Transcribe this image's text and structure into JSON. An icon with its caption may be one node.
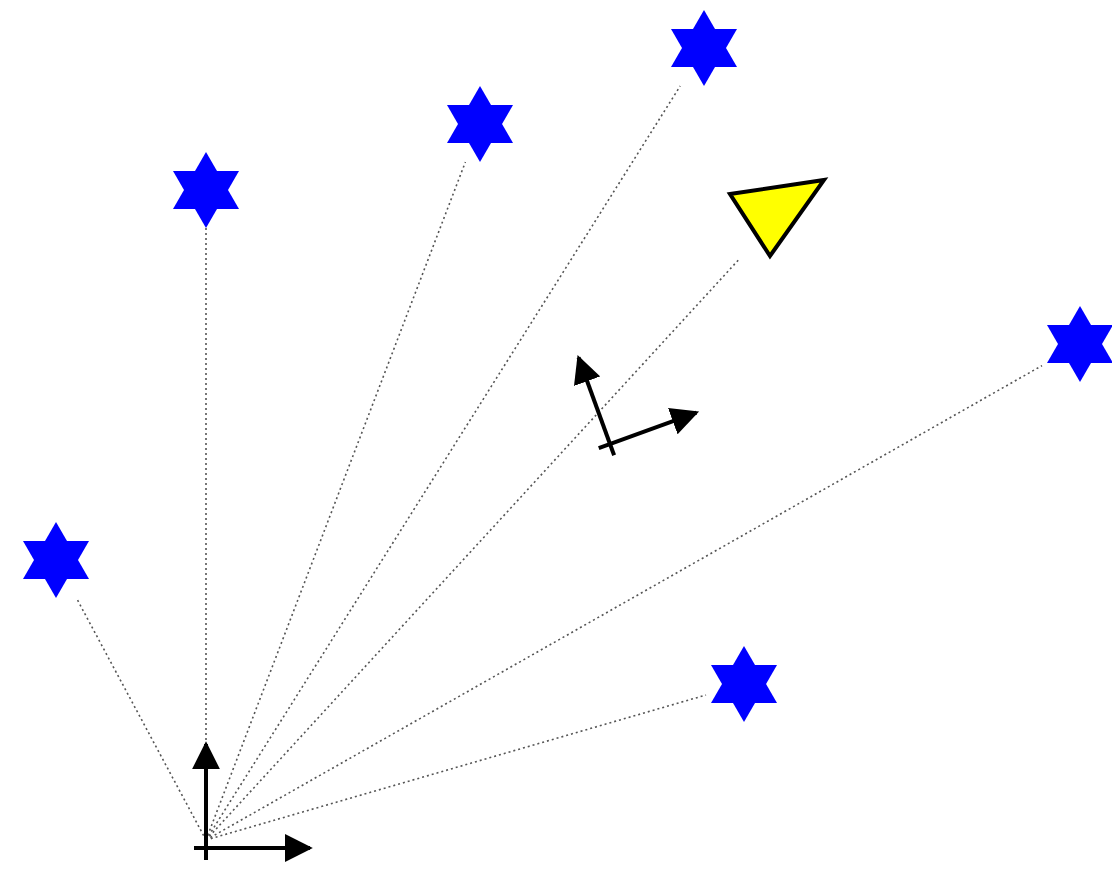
{
  "diagram": {
    "nodes": [
      {
        "text": [],
        "shape": "picture"
      },
      {
        "text": [],
        "shape": "star"
      },
      {
        "text": [],
        "shape": "star"
      },
      {
        "text": [],
        "shape": "star"
      },
      {
        "text": [],
        "shape": "star"
      },
      {
        "text": [],
        "shape": "star"
      },
      {
        "text": [],
        "shape": "star"
      },
      {
        "text": [],
        "shape": "triangle"
      }
    ],
    "edges": [
      {
        "from": 0,
        "to": 1,
        "arrow": "none"
      },
      {
        "from": 0,
        "to": 2,
        "arrow": "none"
      },
      {
        "from": 0,
        "to": 3,
        "arrow": "none"
      },
      {
        "from": 0,
        "to": 4,
        "arrow": "none"
      },
      {
        "from": 0,
        "to": 5,
        "arrow": "none"
      },
      {
        "from": 0,
        "to": 6,
        "arrow": "none"
      },
      {
        "from": 0,
        "to": 7,
        "arrow": "none"
      }
    ]
  }
}
